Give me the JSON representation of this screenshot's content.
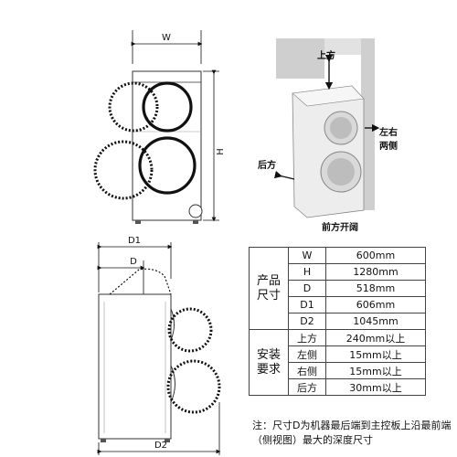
{
  "dimensions": {
    "w": "W",
    "h": "H",
    "d": "D",
    "d1": "D1",
    "d2": "D2"
  },
  "perspective": {
    "top": "上方",
    "back": "后方",
    "side": "左右两侧",
    "front": "前方开阔"
  },
  "spec_table": {
    "product_size_label": "产品尺寸",
    "product_rows": [
      {
        "key": "W",
        "value": "600mm"
      },
      {
        "key": "H",
        "value": "1280mm"
      },
      {
        "key": "D",
        "value": "518mm"
      },
      {
        "key": "D1",
        "value": "606mm"
      },
      {
        "key": "D2",
        "value": "1045mm"
      }
    ],
    "install_label": "安装要求",
    "install_rows": [
      {
        "key": "上方",
        "value": "240mm以上"
      },
      {
        "key": "左侧",
        "value": "15mm以上"
      },
      {
        "key": "右侧",
        "value": "15mm以上"
      },
      {
        "key": "后方",
        "value": "30mm以上"
      }
    ]
  },
  "note": "注：尺寸D为机器最后端到主控板上沿最前端（侧视图）最大的深度尺寸"
}
